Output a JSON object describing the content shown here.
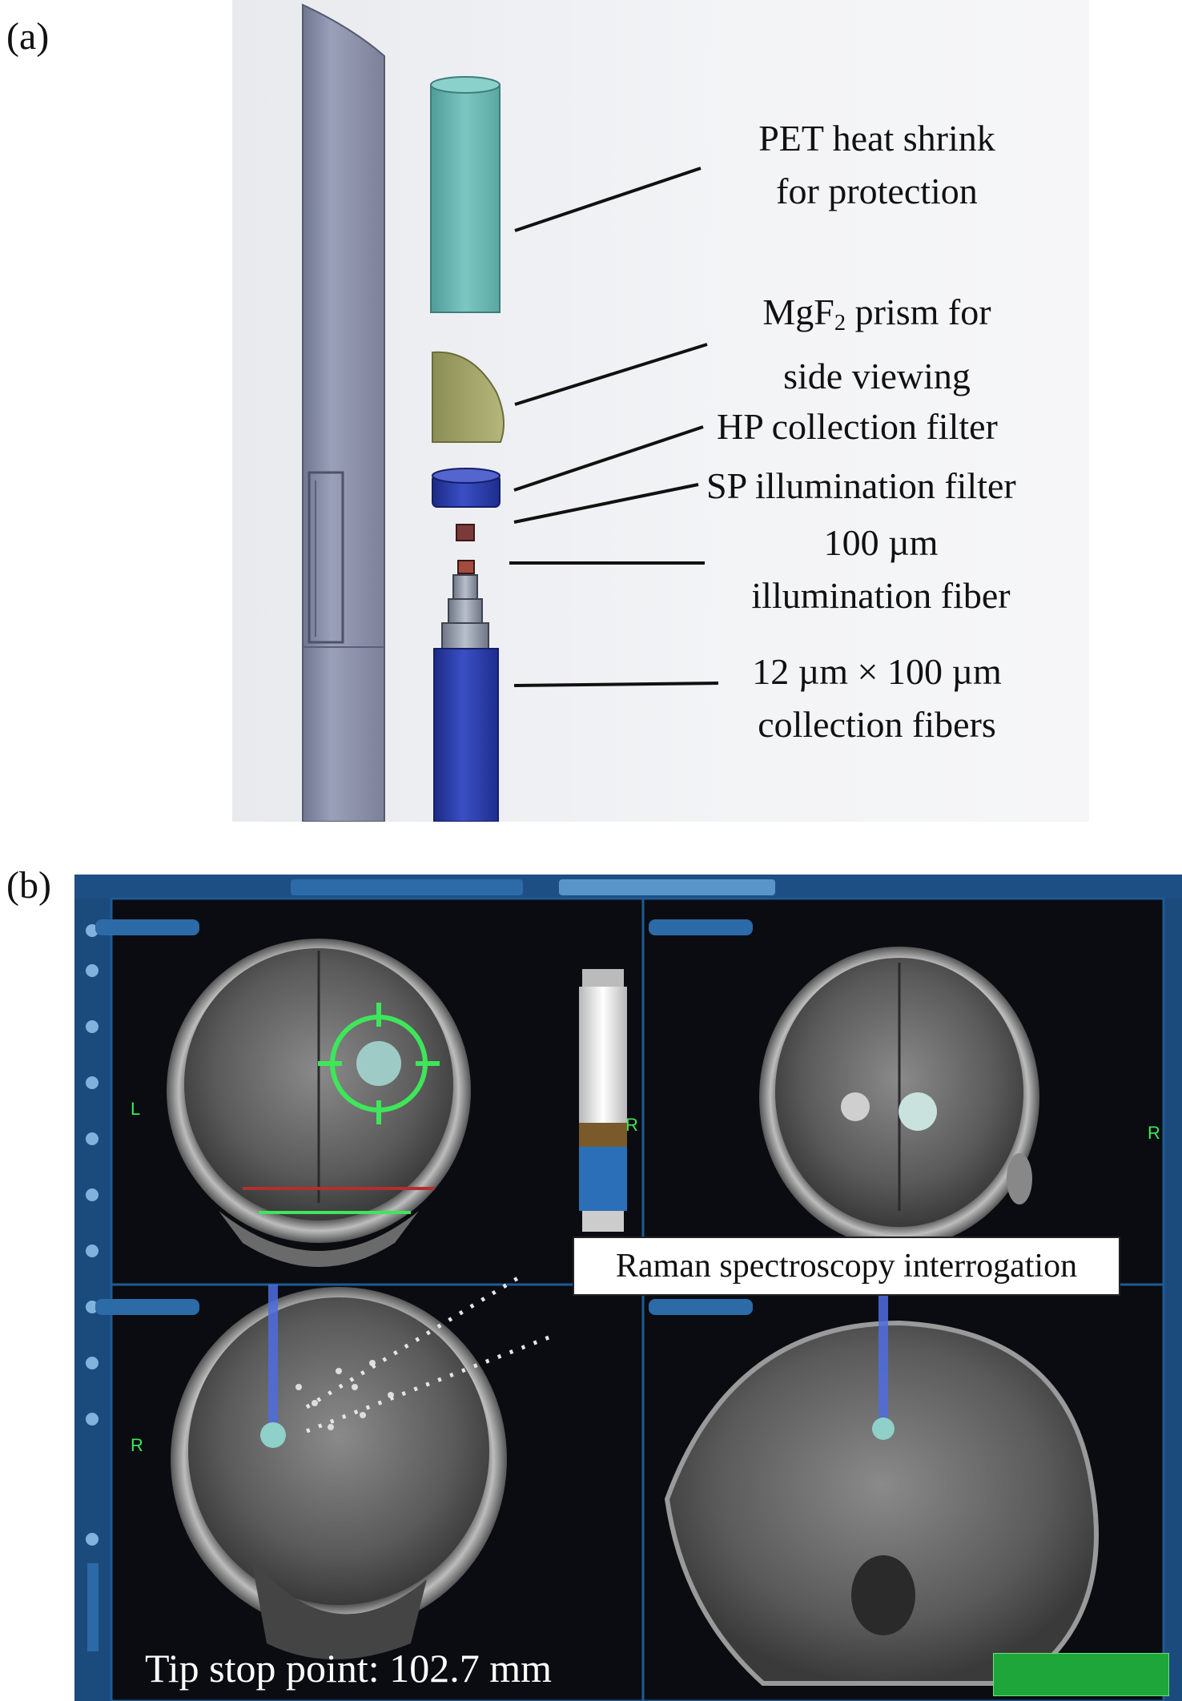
{
  "panel_a": {
    "label": "(a)",
    "callouts": {
      "pet": [
        "PET heat shrink",
        "for protection"
      ],
      "prism": [
        "MgF",
        "2",
        " prism for",
        "side viewing"
      ],
      "hp": "HP collection filter",
      "sp": "SP illumination filter",
      "illumination": [
        "100 µm",
        "illumination fiber"
      ],
      "collection": [
        "12 µm × 100 µm",
        "collection fibers"
      ]
    }
  },
  "panel_b": {
    "label": "(b)",
    "raman_label": "Raman spectroscopy interrogation",
    "tip_stop": "Tip stop point: 102.7 mm",
    "orientation_marks": {
      "top_left": "L",
      "top_left_right": "R",
      "top_right_right": "R",
      "bottom_left": "R"
    }
  }
}
